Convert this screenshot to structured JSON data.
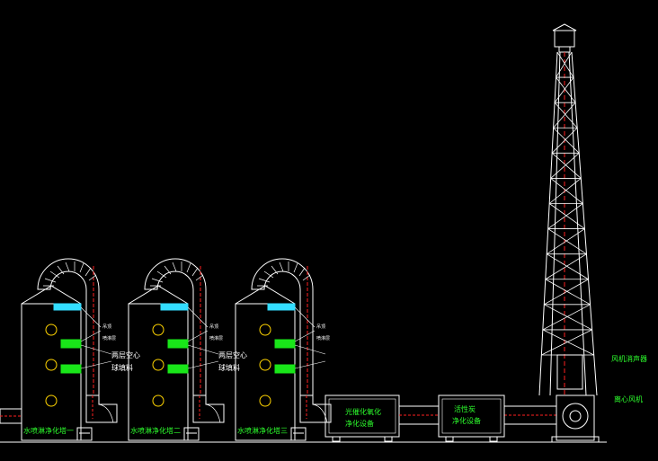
{
  "towers": [
    {
      "label": "水喷淋净化塔一",
      "annot_top": "吊顶",
      "annot_top2": "喷淋层",
      "annot_fill": "两层空心",
      "annot_fill2": "球填料"
    },
    {
      "label": "水喷淋净化塔二",
      "annot_top": "吊顶",
      "annot_top2": "喷淋层",
      "annot_fill": "两层空心",
      "annot_fill2": "球填料"
    },
    {
      "label": "水喷淋净化塔三",
      "annot_top": "吊顶",
      "annot_top2": "喷淋层"
    }
  ],
  "photo_unit": {
    "line1": "光催化氧化",
    "line2": "净化设备"
  },
  "carbon_unit": {
    "line1": "活性炭",
    "line2": "净化设备"
  },
  "fan_silencer": "风机消声器",
  "fan": "离心风机",
  "colors": {
    "structure": "#ffffff",
    "label_green": "#2dff2d",
    "centerline_red": "#ff2020",
    "fill_green": "#19e619",
    "fill_cyan": "#33ddff",
    "nozzle_yellow": "#ffd400"
  }
}
